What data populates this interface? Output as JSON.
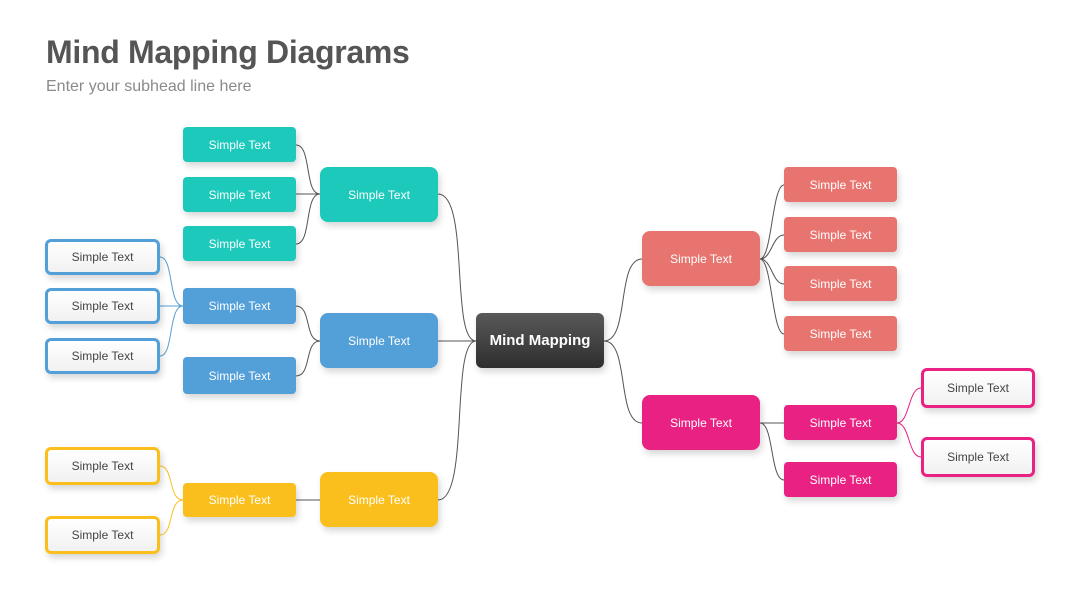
{
  "header": {
    "title": "Mind Mapping Diagrams",
    "subtitle": "Enter your subhead line here"
  },
  "colors": {
    "teal": "#1cc9bb",
    "blue": "#539fd8",
    "yellow": "#fbbf1d",
    "salmon": "#e8746f",
    "pink": "#e92182",
    "root": "#3a3a3a",
    "connector_dark": "#555555"
  },
  "diagram": {
    "root": "Mind Mapping",
    "node_label": "Simple Text",
    "branches": [
      {
        "color": "teal",
        "label": "Simple Text",
        "children": [
          "Simple Text",
          "Simple Text",
          "Simple Text"
        ]
      },
      {
        "color": "blue",
        "label": "Simple Text",
        "children": [
          {
            "label": "Simple Text",
            "children": [
              "Simple Text",
              "Simple Text",
              "Simple Text"
            ]
          },
          {
            "label": "Simple Text"
          }
        ]
      },
      {
        "color": "yellow",
        "label": "Simple Text",
        "children": [
          {
            "label": "Simple Text",
            "children": [
              "Simple Text",
              "Simple Text"
            ]
          }
        ]
      },
      {
        "color": "salmon",
        "label": "Simple Text",
        "children": [
          "Simple Text",
          "Simple Text",
          "Simple Text",
          "Simple Text"
        ]
      },
      {
        "color": "pink",
        "label": "Simple Text",
        "children": [
          {
            "label": "Simple Text",
            "children": [
              "Simple Text",
              "Simple Text"
            ]
          },
          {
            "label": "Simple Text"
          }
        ]
      }
    ]
  }
}
